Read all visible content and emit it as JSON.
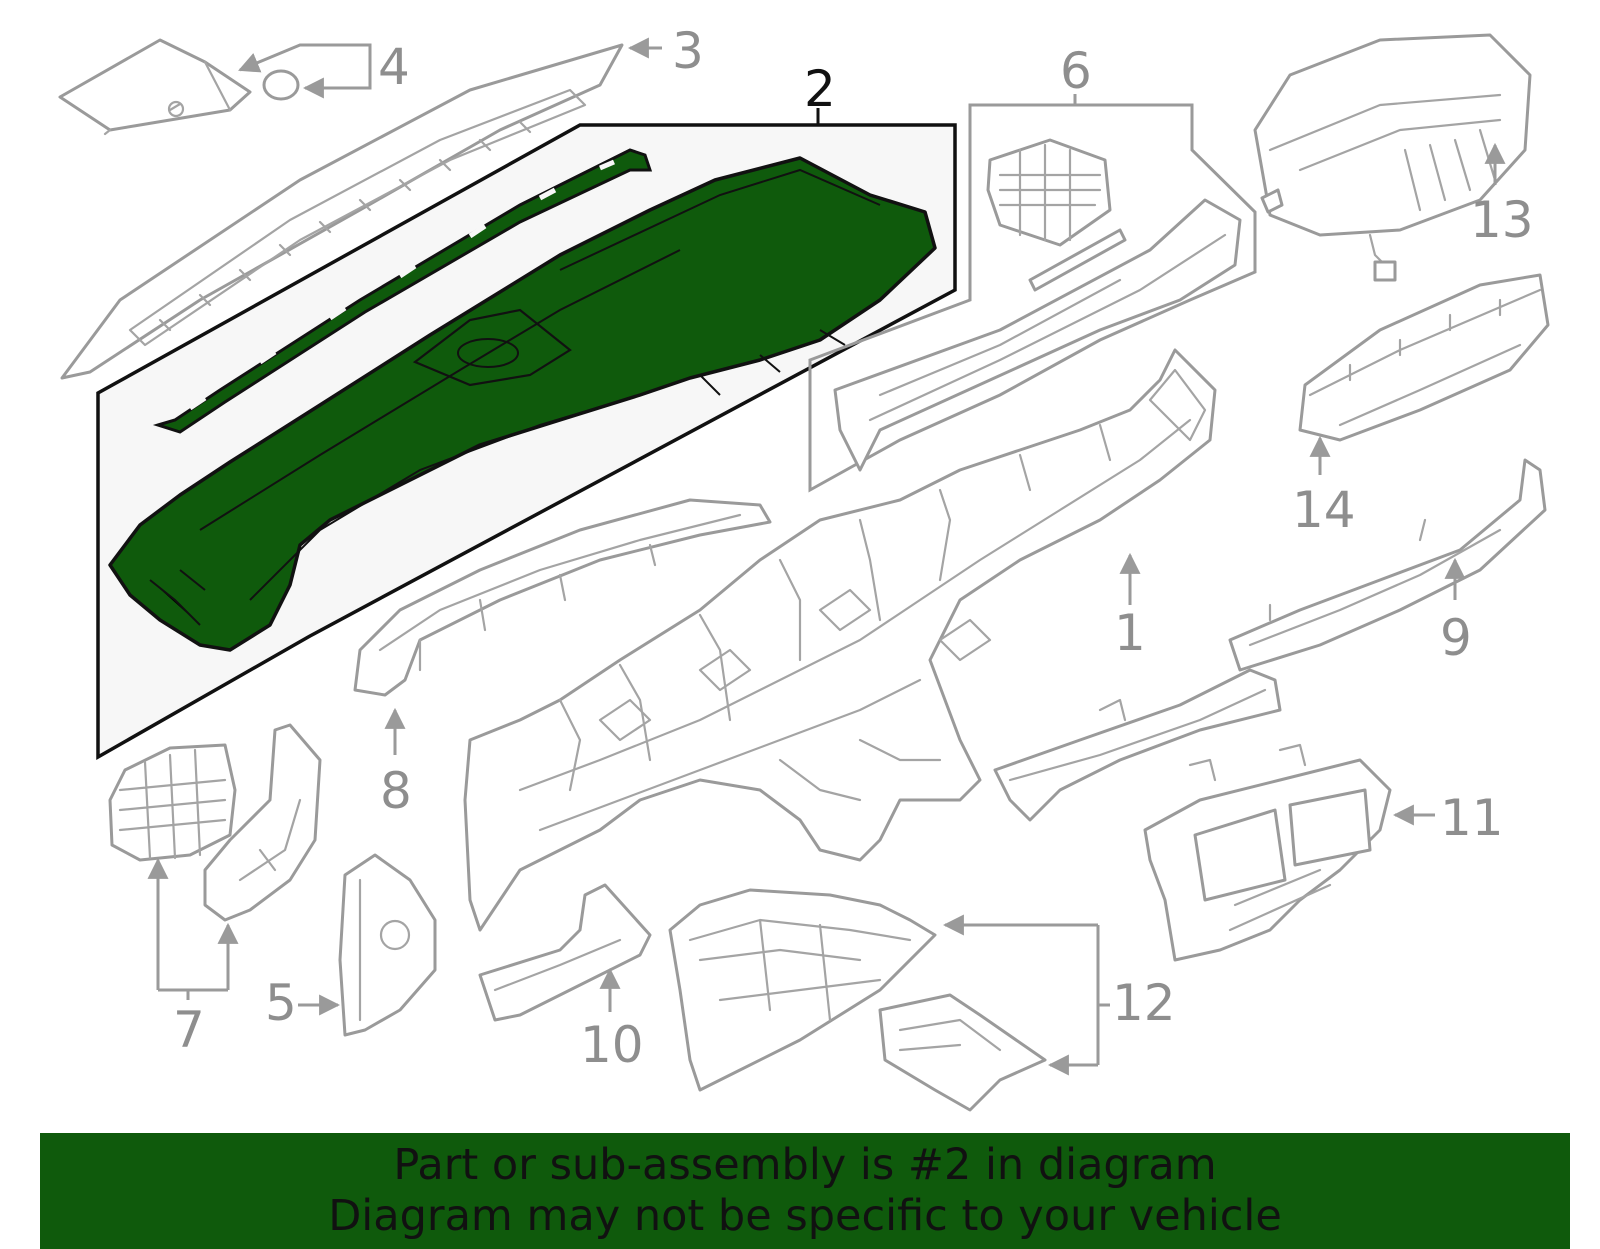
{
  "diagram": {
    "highlighted_part": "2",
    "highlight_color": "#0f5a0c",
    "callouts": [
      "1",
      "2",
      "3",
      "4",
      "5",
      "6",
      "7",
      "8",
      "9",
      "10",
      "11",
      "12",
      "13",
      "14"
    ]
  },
  "banner": {
    "line1": "Part or sub-assembly is #2 in diagram",
    "line2": "Diagram may not be specific to your vehicle",
    "background": "#0f5a0c"
  }
}
